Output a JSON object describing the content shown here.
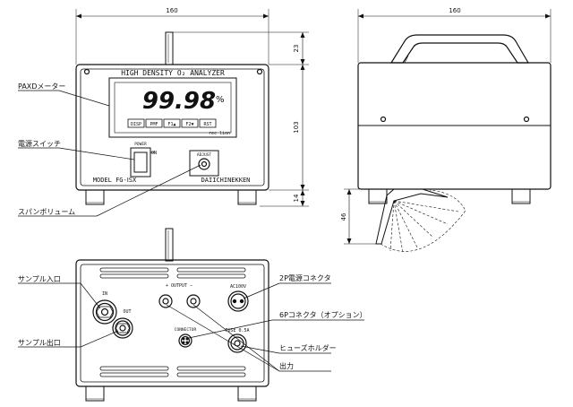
{
  "dimensions": {
    "front_width": "160",
    "side_width": "160",
    "handle_height": "23",
    "body_height": "103",
    "foot_height": "14",
    "tilt_height": "46"
  },
  "front_panel": {
    "title": "HIGH DENSITY O₂ ANALYZER",
    "reading": "99.98",
    "unit": "%",
    "buttons": [
      "DISP",
      "PMF",
      "F1▲",
      "F2▼",
      "RST"
    ],
    "small_text": "rec lion",
    "power_label": "POWER",
    "on_label": "ON",
    "adjust_label": "ADJUST",
    "model": "MODEL FG-ⅠSX",
    "maker": "DAIICHINEKKEN"
  },
  "rear_panel": {
    "in_label": "IN",
    "out_label": "OUT",
    "output_label": "+ OUTPUT −",
    "ac_label": "AC100V",
    "connector_label": "CONNECTOR",
    "fuse_label": "FUSE 0.5A"
  },
  "callouts": {
    "paxd_meter": "PAXDメーター",
    "power_switch": "電源スイッチ",
    "span_volume": "スパンボリューム",
    "sample_in": "サンプル入口",
    "sample_out": "サンプル出口",
    "power_connector_2p": "2P電源コネクタ",
    "connector_6p": "6Pコネクタ（オプション）",
    "fuse_holder": "ヒューズホルダー",
    "output": "出力"
  }
}
